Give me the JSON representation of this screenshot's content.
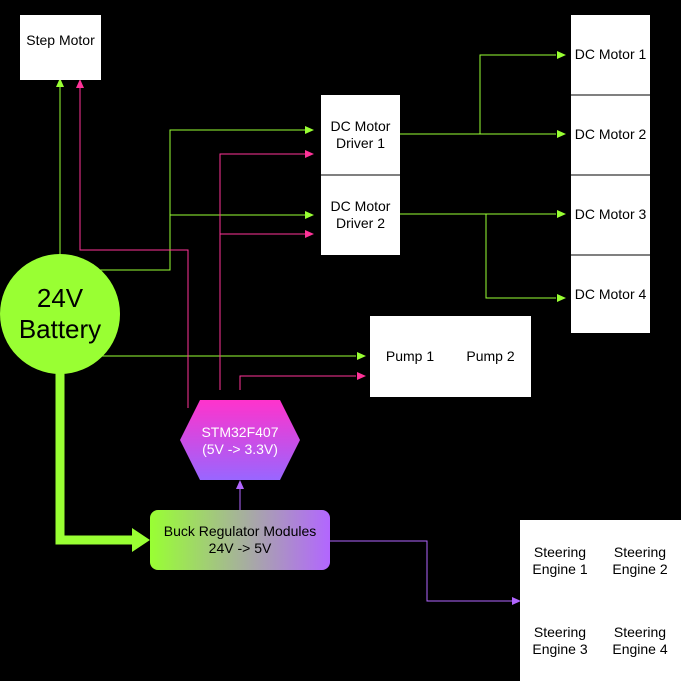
{
  "colors": {
    "background": "#000000",
    "power_line": "#99FF33",
    "signal_line": "#FF3399",
    "regulated_line": "#B266FF",
    "battery_fill": "#99FF33",
    "mcu_gradient_top": "#FF33CC",
    "mcu_gradient_bottom": "#9966FF",
    "buck_gradient_left": "#99FF33",
    "buck_gradient_right": "#B266FF",
    "box_fill": "#FFFFFF"
  },
  "nodes": {
    "step_motor": "Step Motor",
    "battery": "24V\nBattery",
    "dc_driver_1": "DC Motor\nDriver 1",
    "dc_driver_2": "DC Motor\nDriver 2",
    "dc_motor_1": "DC Motor 1",
    "dc_motor_2": "DC Motor 2",
    "dc_motor_3": "DC Motor 3",
    "dc_motor_4": "DC Motor 4",
    "pump_1": "Pump 1",
    "pump_2": "Pump 2",
    "mcu": "STM32F407\n(5V -> 3.3V)",
    "buck": "Buck Regulator Modules\n24V -> 5V",
    "steering_1": "Steering\nEngine 1",
    "steering_2": "Steering\nEngine 2",
    "steering_3": "Steering\nEngine 3",
    "steering_4": "Steering\nEngine 4"
  }
}
